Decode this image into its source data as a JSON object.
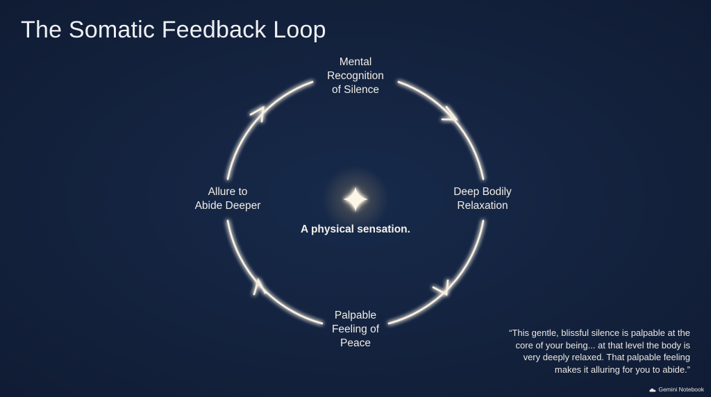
{
  "title": "The Somatic Feedback Loop",
  "nodes": {
    "top": [
      "Mental",
      "Recognition",
      "of Silence"
    ],
    "right": [
      "Deep Bodily",
      "Relaxation"
    ],
    "bottom": [
      "Palpable",
      "Feeling of",
      "Peace"
    ],
    "left": [
      "Allure to",
      "Abide Deeper"
    ]
  },
  "center_caption": "A physical sensation.",
  "quote": [
    "“This gentle, blissful silence is palpable at the",
    "core of your being... at that level the body is",
    "very deeply relaxed. That palpable feeling",
    "makes it alluring for you to abide.”"
  ],
  "branding": "Gemini Notebook",
  "colors": {
    "background": "#14223d",
    "loop": "#f6efe2",
    "glow": "#f3d9a6",
    "text": "#ece9e4"
  },
  "icons": {
    "center": "sparkle-icon",
    "branding": "cloud-icon"
  }
}
